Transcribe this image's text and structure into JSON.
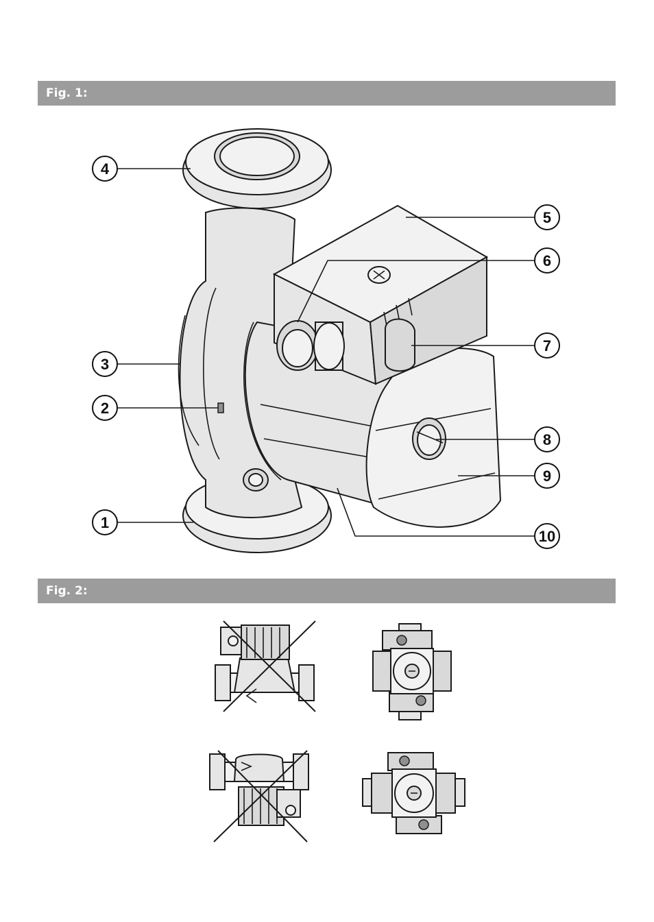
{
  "figures": {
    "fig1_label": "Fig. 1:",
    "fig2_label": "Fig. 2:"
  },
  "callouts": [
    "1",
    "2",
    "3",
    "4",
    "5",
    "6",
    "7",
    "8",
    "9",
    "10"
  ]
}
